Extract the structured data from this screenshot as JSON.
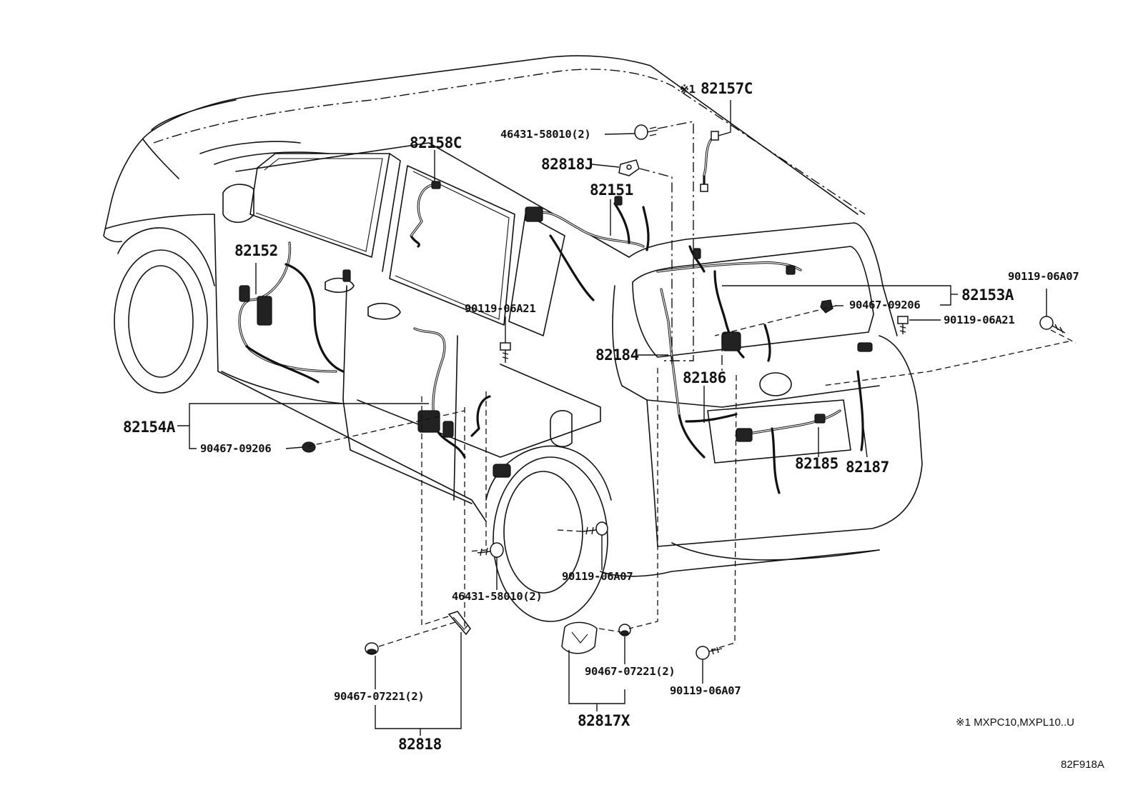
{
  "labels": {
    "p82157C": "82157C",
    "mark1": "※1",
    "p46431_top": "46431-58010(2)",
    "p82818J": "82818J",
    "p82158C": "82158C",
    "p82151": "82151",
    "p82152": "82152",
    "p90119_06A21_center": "90119-06A21",
    "p82184": "82184",
    "p82186": "82186",
    "p82154A": "82154A",
    "p90467_09206_left": "90467-09206",
    "p82153A": "82153A",
    "p90467_09206_right": "90467-09206",
    "p90119_06A21_right": "90119-06A21",
    "p90119_06A07_right": "90119-06A07",
    "p82185": "82185",
    "p82187": "82187",
    "p90119_06A07_wheel": "90119-06A07",
    "p46431_bottom": "46431-58010(2)",
    "p90467_07221_mid": "90467-07221(2)",
    "p90119_06A07_bottom": "90119-06A07",
    "p82817X": "82817X",
    "p90467_07221_left": "90467-07221(2)",
    "p82818": "82818"
  },
  "footnote": "※1 MXPC10,MXPL10..U",
  "diagram_code": "82F918A",
  "icons": {
    "bolt": "bolt-icon",
    "clip": "clip-icon",
    "clamp": "clamp-icon",
    "bracket": "bracket-icon",
    "cover": "cover-icon",
    "connector": "connector-icon"
  }
}
